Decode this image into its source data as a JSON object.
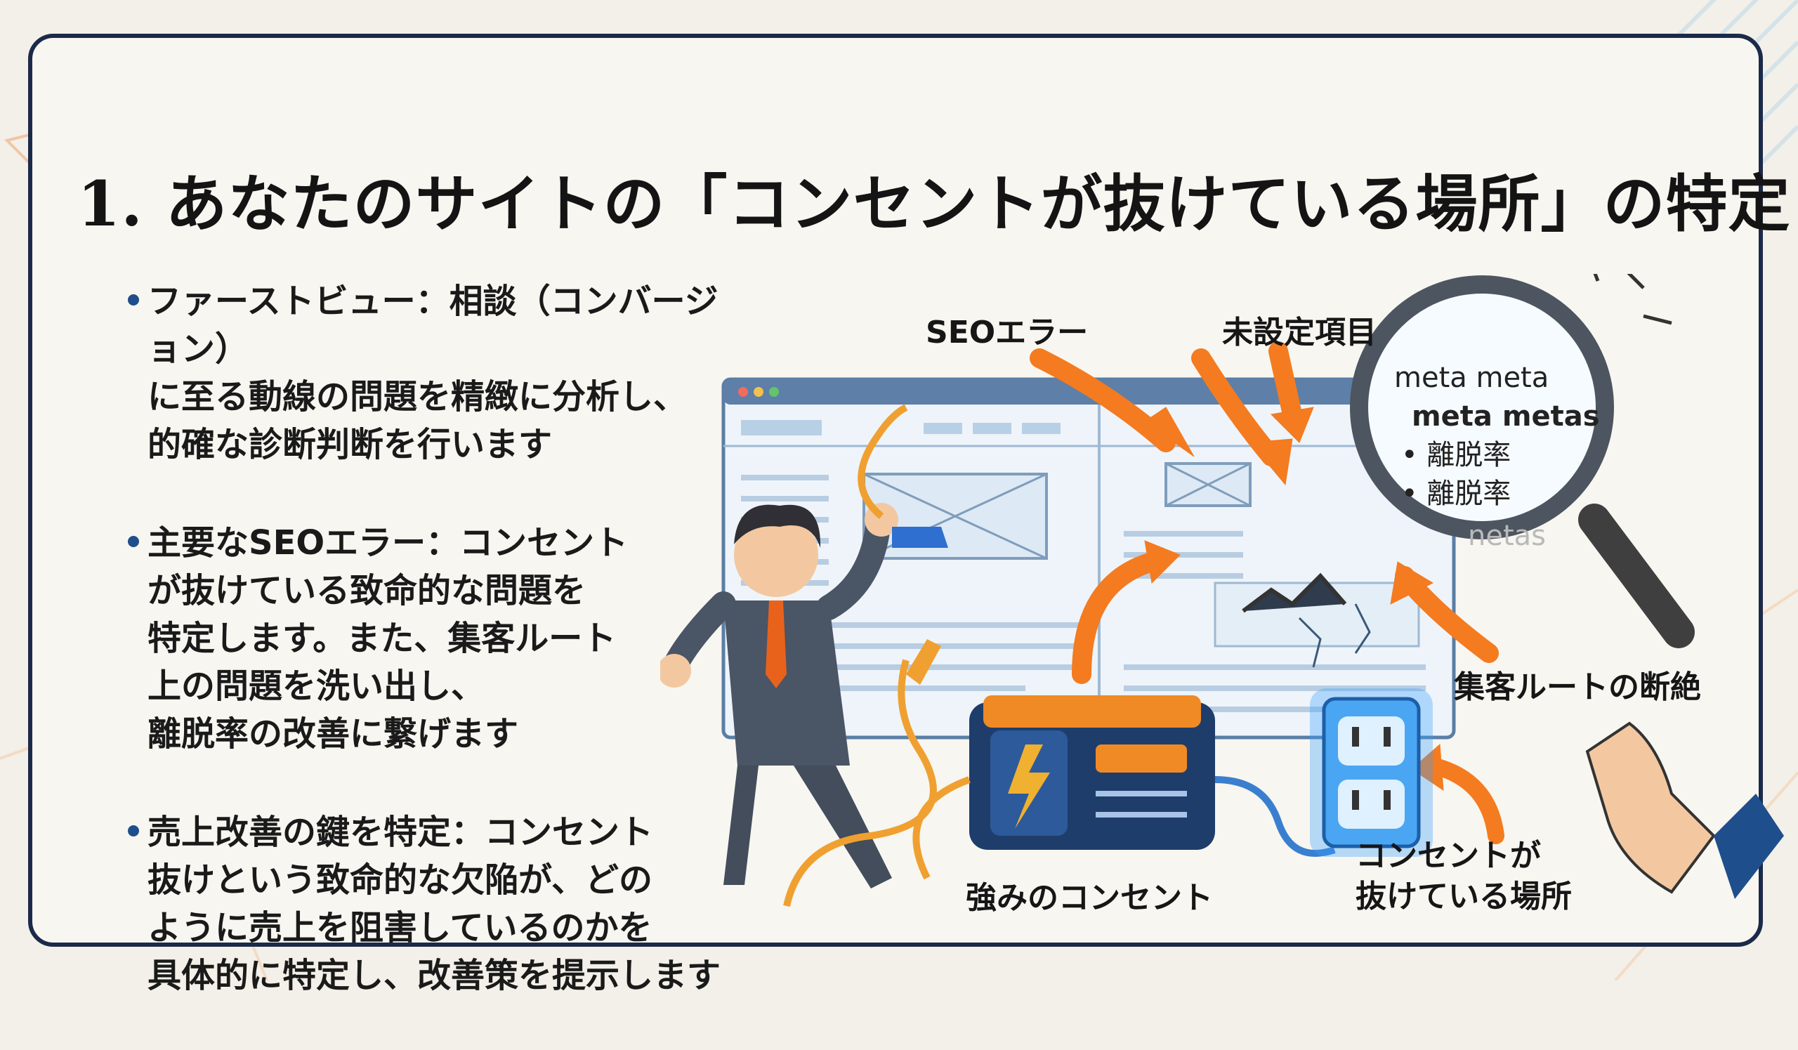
{
  "title": "1. あなたのサイトの「コンセントが抜けている場所」の特定",
  "bullets": [
    {
      "text": "ファーストビュー：相談（コンバージョン）\nに至る動線の問題を精緻に分析し、\n的確な診断判断を行います"
    },
    {
      "text": "主要なSEOエラー：コンセント\nが抜けている致命的な問題を\n特定します。また、集客ルート\n上の問題を洗い出し、\n離脱率の改善に繋げます"
    },
    {
      "text": "売上改善の鍵を特定：コンセント\n抜けという致命的な欠陥が、どの\nように売上を阻害しているのかを\n具体的に特定し、改善策を提示します"
    }
  ],
  "illustration": {
    "labels": {
      "seo_error": "SEOエラー",
      "unset_items": "未設定項目",
      "route_break": "集客ルートの断絶",
      "strength": "強みのコンセント",
      "unplugged": "コンセントが\n抜けている場所"
    },
    "magnifier_lines": [
      "meta meta",
      "meta metas",
      "• 離脱率",
      "• 離脱率",
      "netas"
    ]
  },
  "colors": {
    "frame": "#1b2a4a",
    "bullet": "#1f4e8c",
    "arrow": "#f47b20",
    "generator": "#f08a24",
    "outlet_glow": "#3aa0ff"
  }
}
